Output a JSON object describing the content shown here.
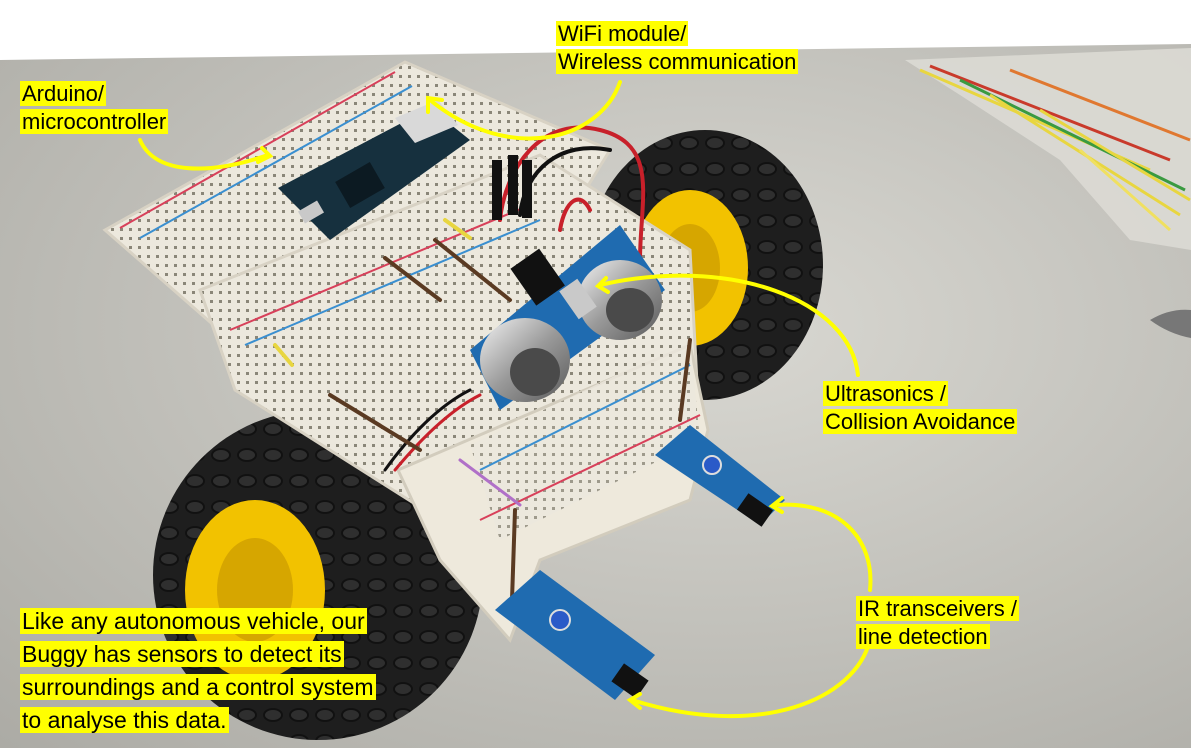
{
  "labels": {
    "wifi": [
      "WiFi module/",
      "Wireless communication"
    ],
    "arduino": [
      "Arduino/",
      "microcontroller"
    ],
    "ultrasonics": [
      "Ultrasonics /",
      "Collision Avoidance"
    ],
    "ir": [
      "IR transceivers /",
      "line detection"
    ],
    "caption": [
      "Like any autonomous vehicle, our",
      "Buggy has sensors to detect its",
      "surroundings and a control system",
      "to analyse this data."
    ]
  },
  "colors": {
    "highlight": "#ffff00",
    "arrow": "#ffff00",
    "table": "#c9c8c2",
    "breadboard": "#f0ede4",
    "wheel": "#1c1c1c",
    "hub": "#f2c200",
    "sensor_board": "#1f6bb0"
  }
}
